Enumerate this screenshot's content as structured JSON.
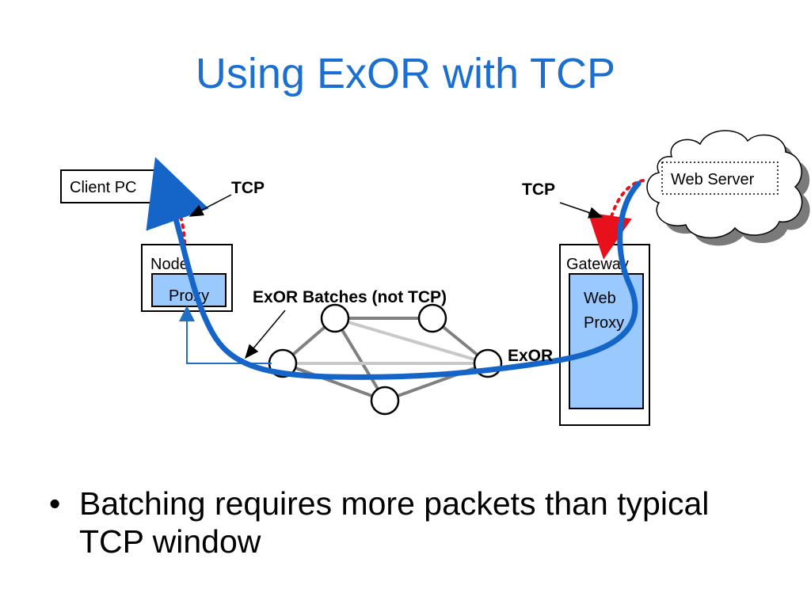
{
  "slide": {
    "title": "Using ExOR with TCP",
    "bullets": [
      {
        "text": "Batching requires more packets than typical TCP window",
        "marker": "•"
      }
    ]
  },
  "diagram": {
    "client_pc": "Client PC",
    "node": "Node",
    "proxy": "Proxy",
    "gateway": "Gateway",
    "web_proxy_line1": "Web",
    "web_proxy_line2": "Proxy",
    "web_server": "Web Server",
    "tcp_left": "TCP",
    "tcp_right": "TCP",
    "exor_batches": "ExOR Batches (not TCP)",
    "exor": "ExOR"
  },
  "colors": {
    "title": "#1a6fd0",
    "main_path": "#1565c8",
    "tcp_dotted": "#e8101b",
    "proxy_fill": "#99c9ff",
    "mesh_dark": "#808080",
    "mesh_light": "#c8c8c8",
    "return_arrow": "#1f6fc4"
  }
}
